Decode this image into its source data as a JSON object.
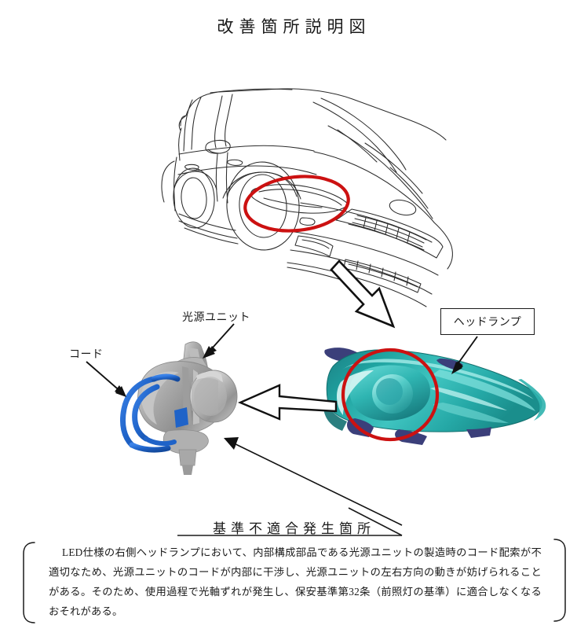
{
  "document": {
    "title": "改善箇所説明図"
  },
  "diagram": {
    "vehicle": {
      "name": "vehicle-line-drawing",
      "highlight_color": "#CC1111",
      "highlight_note": "red-ellipse-around-right-headlamp"
    },
    "headlamp_photo": {
      "name": "headlamp-assembly-render",
      "primary_color": "#1f9f9a",
      "accent_color": "#3b3f7a",
      "highlight_color": "#CC1111"
    },
    "light_source_unit_photo": {
      "name": "light-source-unit-render",
      "body_color": "#a9a9a9",
      "cord_color": "#1f63c8"
    },
    "labels": {
      "light_source_unit": "光源ユニット",
      "cord": "コード",
      "headlamp": "ヘッドランプ"
    }
  },
  "defect_section": {
    "heading": "基準不適合発生箇所",
    "body": "LED仕様の右側ヘッドランプにおいて、内部構成部品である光源ユニットの製造時のコード配索が不適切なため、光源ユニットのコードが内部に干渉し、光源ユニットの左右方向の動きが妨げられることがある。そのため、使用過程で光軸ずれが発生し、保安基準第32条（前照灯の基準）に適合しなくなるおそれがある。"
  }
}
